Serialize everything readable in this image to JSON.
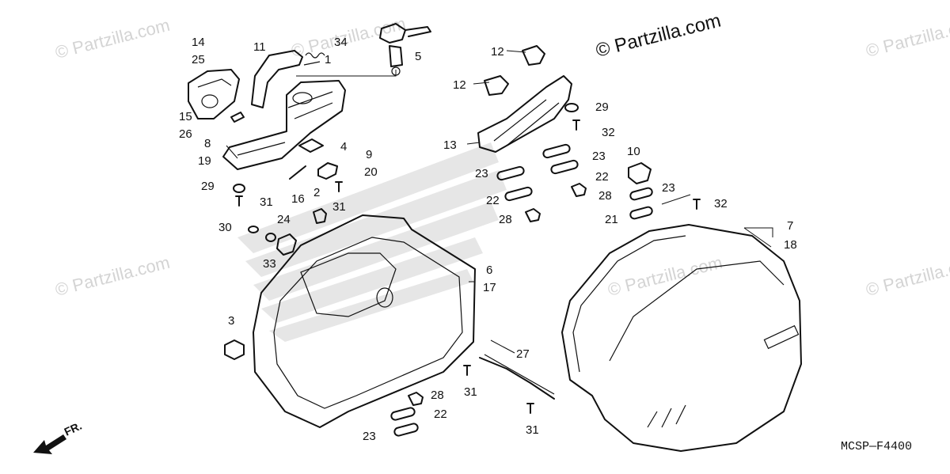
{
  "watermark_text": "© Partzilla.com",
  "copyright_text": "© Partzilla.com",
  "diagram_code": "MCSP—F4400",
  "front_arrow_label": "FR.",
  "callouts": [
    {
      "id": "c14",
      "text": "14"
    },
    {
      "id": "c25",
      "text": "25"
    },
    {
      "id": "c11",
      "text": "11"
    },
    {
      "id": "c34",
      "text": "34"
    },
    {
      "id": "c1",
      "text": "1"
    },
    {
      "id": "c5",
      "text": "5"
    },
    {
      "id": "c15",
      "text": "15"
    },
    {
      "id": "c26",
      "text": "26"
    },
    {
      "id": "c8",
      "text": "8"
    },
    {
      "id": "c19",
      "text": "19"
    },
    {
      "id": "c4",
      "text": "4"
    },
    {
      "id": "c9",
      "text": "9"
    },
    {
      "id": "c20",
      "text": "20"
    },
    {
      "id": "c29a",
      "text": "29"
    },
    {
      "id": "c31a",
      "text": "31"
    },
    {
      "id": "c16",
      "text": "16"
    },
    {
      "id": "c2",
      "text": "2"
    },
    {
      "id": "c31b",
      "text": "31"
    },
    {
      "id": "c30",
      "text": "30"
    },
    {
      "id": "c24",
      "text": "24"
    },
    {
      "id": "c33",
      "text": "33"
    },
    {
      "id": "c12a",
      "text": "12"
    },
    {
      "id": "c12b",
      "text": "12"
    },
    {
      "id": "c13",
      "text": "13"
    },
    {
      "id": "c29b",
      "text": "29"
    },
    {
      "id": "c32a",
      "text": "32"
    },
    {
      "id": "c23a",
      "text": "23"
    },
    {
      "id": "c23b",
      "text": "23"
    },
    {
      "id": "c22a",
      "text": "22"
    },
    {
      "id": "c22b",
      "text": "22"
    },
    {
      "id": "c28a",
      "text": "28"
    },
    {
      "id": "c28b",
      "text": "28"
    },
    {
      "id": "c10",
      "text": "10"
    },
    {
      "id": "c23c",
      "text": "23"
    },
    {
      "id": "c21",
      "text": "21"
    },
    {
      "id": "c32b",
      "text": "32"
    },
    {
      "id": "c7",
      "text": "7"
    },
    {
      "id": "c18",
      "text": "18"
    },
    {
      "id": "c6",
      "text": "6"
    },
    {
      "id": "c17",
      "text": "17"
    },
    {
      "id": "c3",
      "text": "3"
    },
    {
      "id": "c27",
      "text": "27"
    },
    {
      "id": "c31c",
      "text": "31"
    },
    {
      "id": "c28c",
      "text": "28"
    },
    {
      "id": "c22c",
      "text": "22"
    },
    {
      "id": "c23d",
      "text": "23"
    },
    {
      "id": "c31d",
      "text": "31"
    }
  ]
}
